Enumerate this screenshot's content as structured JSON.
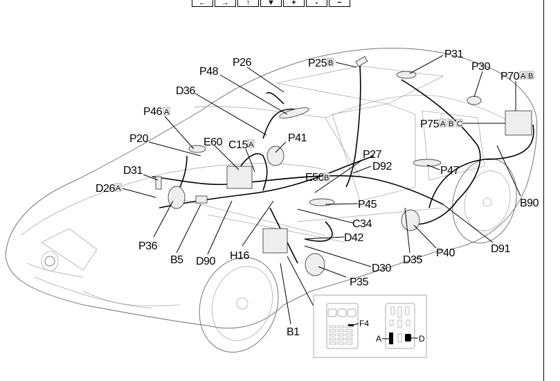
{
  "toolbar": {
    "buttons": [
      {
        "name": "left-arrow",
        "glyph": "←"
      },
      {
        "name": "right-arrow",
        "glyph": "→"
      },
      {
        "name": "up-arrow",
        "glyph": "↑"
      },
      {
        "name": "down-arrow",
        "glyph": "▼"
      },
      {
        "name": "zoom-in",
        "glyph": "+"
      },
      {
        "name": "zoom-small",
        "glyph": "-"
      },
      {
        "name": "zoom-out",
        "glyph": "−"
      }
    ]
  },
  "diagram": {
    "labels": {
      "P26": "P26",
      "P48": "P48",
      "D36": "D36",
      "P46": "P46",
      "P46_sub": "A",
      "P20": "P20",
      "E60": "E60",
      "C15": "C15",
      "C15_sub": "A",
      "P41": "P41",
      "D31": "D31",
      "D26": "D26",
      "D26_sub": "A",
      "P25": "P25",
      "P25_sub": "B",
      "P31": "P31",
      "P30": "P30",
      "P70": "P70",
      "P70_sub1": "A",
      "P70_sub2": "B",
      "P75": "P75",
      "P75_sub1": "A",
      "P75_sub2": "B",
      "P75_sub3": "C",
      "P27": "P27",
      "D92": "D92",
      "E50": "E50",
      "E50_sub": "B",
      "P47": "P47",
      "P45": "P45",
      "C34": "C34",
      "D42": "D42",
      "P36": "P36",
      "B5": "B5",
      "D90": "D90",
      "H16": "H16",
      "D30": "D30",
      "P35": "P35",
      "D35": "D35",
      "P40": "P40",
      "D91": "D91",
      "B90": "B90",
      "B1": "B1"
    },
    "inset": {
      "fuse_label": "F4",
      "relay_label_a": "A",
      "relay_label_d": "D"
    }
  }
}
